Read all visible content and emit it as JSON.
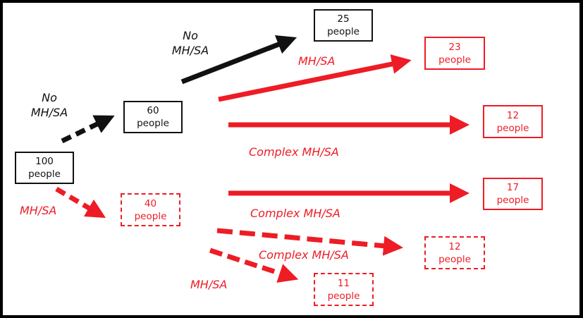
{
  "colors": {
    "no_mhsa": "#111111",
    "mhsa": "#ee1c25"
  },
  "nodes": {
    "root": {
      "count": "100",
      "unit": "people"
    },
    "no_mhsa_1": {
      "count": "60",
      "unit": "people"
    },
    "mhsa_1": {
      "count": "40",
      "unit": "people"
    },
    "no_no": {
      "count": "25",
      "unit": "people"
    },
    "no_mhsa": {
      "count": "23",
      "unit": "people"
    },
    "no_complex": {
      "count": "12",
      "unit": "people"
    },
    "mh_complex": {
      "count": "17",
      "unit": "people"
    },
    "mh_complex2": {
      "count": "12",
      "unit": "people"
    },
    "mh_mhsa": {
      "count": "11",
      "unit": "people"
    }
  },
  "labels": {
    "no_mhsa_a_line1": "No",
    "no_mhsa_a_line2": "MH/SA",
    "no_mhsa_b_line1": "No",
    "no_mhsa_b_line2": "MH/SA",
    "mhsa_a": "MH/SA",
    "mhsa_b": "MH/SA",
    "mhsa_c": "MH/SA",
    "complex_a": "Complex MH/SA",
    "complex_b": "Complex MH/SA",
    "complex_c": "Complex MH/SA"
  }
}
